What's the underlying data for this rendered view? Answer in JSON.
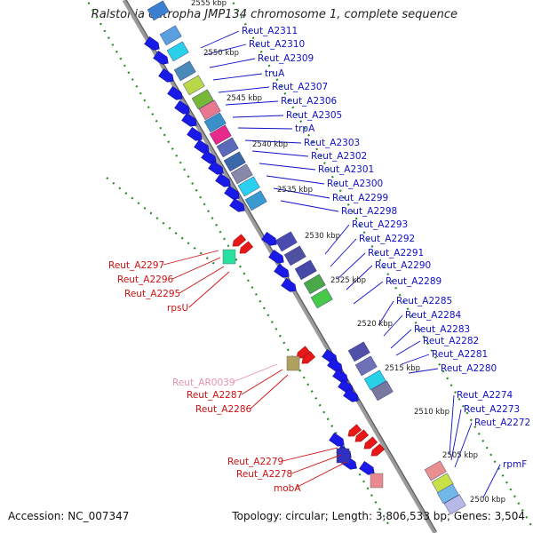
{
  "title": "Ralstonia eutropha JMP134 chromosome 1, complete sequence",
  "footer": {
    "accession": "Accession: NC_007347",
    "stats": "Topology: circular; Length: 3,806,533 bp; Genes: 3,504"
  },
  "colors": {
    "forward_label": "#1010c8",
    "reverse_label": "#d01010",
    "rna_label": "#e890b0",
    "backbone": "#9a9a9a",
    "tick_dots": "#2a8a2a"
  },
  "kbp_ticks": [
    "2555 kbp",
    "2550 kbp",
    "2545 kbp",
    "2540 kbp",
    "2535 kbp",
    "2530 kbp",
    "2525 kbp",
    "2520 kbp",
    "2515 kbp",
    "2510 kbp",
    "2505 kbp",
    "2500 kbp"
  ],
  "forward_labels": [
    "Reut_A2311",
    "Reut_A2310",
    "Reut_A2309",
    "truA",
    "Reut_A2307",
    "Reut_A2306",
    "Reut_A2305",
    "trpA",
    "Reut_A2303",
    "Reut_A2302",
    "Reut_A2301",
    "Reut_A2300",
    "Reut_A2299",
    "Reut_A2298",
    "Reut_A2293",
    "Reut_A2292",
    "Reut_A2291",
    "Reut_A2290",
    "Reut_A2289",
    "Reut_A2285",
    "Reut_A2284",
    "Reut_A2283",
    "Reut_A2282",
    "Reut_A2281",
    "Reut_A2280",
    "Reut_A2274",
    "Reut_A2273",
    "Reut_A2272",
    "rpmF"
  ],
  "reverse_labels": [
    "Reut_A2297",
    "Reut_A2296",
    "Reut_A2295",
    "rpsU",
    "Reut_AR0039",
    "Reut_A2287",
    "Reut_A2286",
    "Reut_A2279",
    "Reut_A2278",
    "mobA"
  ]
}
